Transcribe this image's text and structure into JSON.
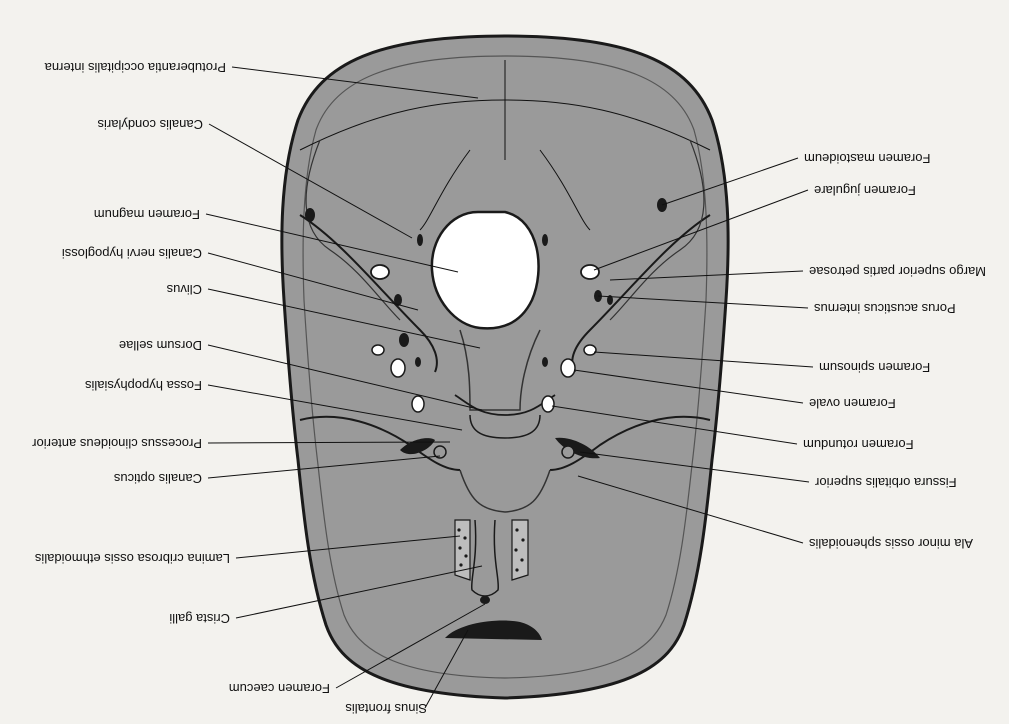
{
  "labels": {
    "protuberantia": "Protuberantia occipitalis interna",
    "canalis_condylaris": "Canalis condylaris",
    "foramen_magnum": "Foramen magnum",
    "canalis_hypoglossi": "Canalis nervi hypoglossi",
    "clivus": "Clivus",
    "dorsum_sellae": "Dorsum sellae",
    "fossa_hypophysialis": "Fossa hypophysialis",
    "processus_clinoideus": "Processus clinoideus anterior",
    "canalis_opticus": "Canalis opticus",
    "lamina_cribrosa": "Lamina cribrosa ossis ethmoidalis",
    "crista_galli": "Crista galli",
    "foramen_caecum": "Foramen caecum",
    "sinus_frontalis": "Sinus frontalis",
    "foramen_mastoideum": "Foramen mastoideum",
    "foramen_jugulare": "Foramen jugulare",
    "margo_superior": "Margo superior partis petrosae",
    "porus_acusticus": "Porus acusticus internus",
    "foramen_spinosum": "Foramen spinosum",
    "foramen_ovale": "Foramen ovale",
    "foramen_rotundum": "Foramen rotundum",
    "fissura_orbitalis": "Fissura orbitalis superior",
    "ala_minor": "Ala minor ossis sphenoidalis"
  },
  "colors": {
    "skull_fill": "#9a9a9a",
    "outline": "#1a1a1a",
    "page": "#f3f2ee"
  },
  "orientation": "rotated-180"
}
